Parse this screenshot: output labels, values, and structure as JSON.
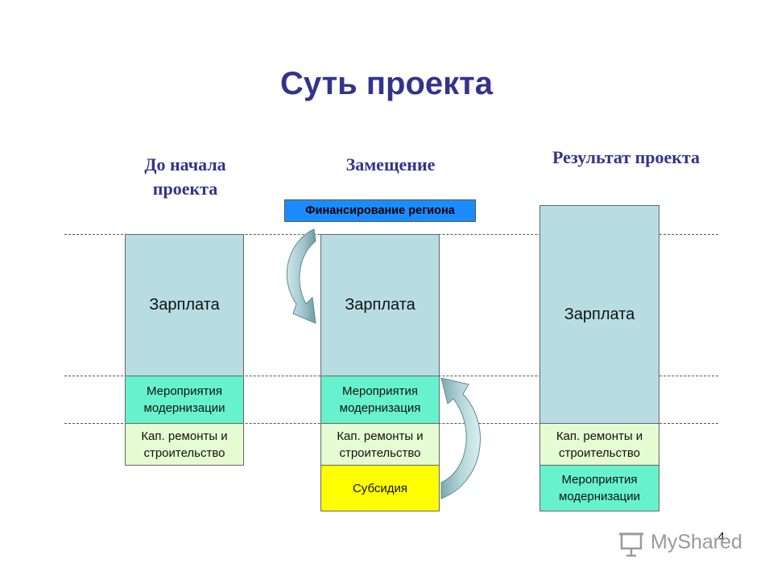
{
  "slide": {
    "title": "Суть проекта",
    "page_number": "4"
  },
  "columns": {
    "before": "До начала\nпроекта",
    "replacement": "Замещение",
    "result": "Результат проекта"
  },
  "funding_label": "Финансирование региона",
  "blocks": {
    "salary": "Зарплата",
    "modernization_1": "Мероприятия\nмодернизации",
    "modernization_2": "Мероприятия\nмодернизация",
    "capital_repairs": "Кап. ремонты и\nстроительство",
    "subsidy": "Субсидия"
  },
  "watermark": "MyShared",
  "colors": {
    "title": "#33338f",
    "salary": "#b7dde3",
    "modernization": "#66f2cc",
    "capital_repairs": "#e5fbd2",
    "subsidy": "#ffff00",
    "funding": "#1a8cff"
  }
}
